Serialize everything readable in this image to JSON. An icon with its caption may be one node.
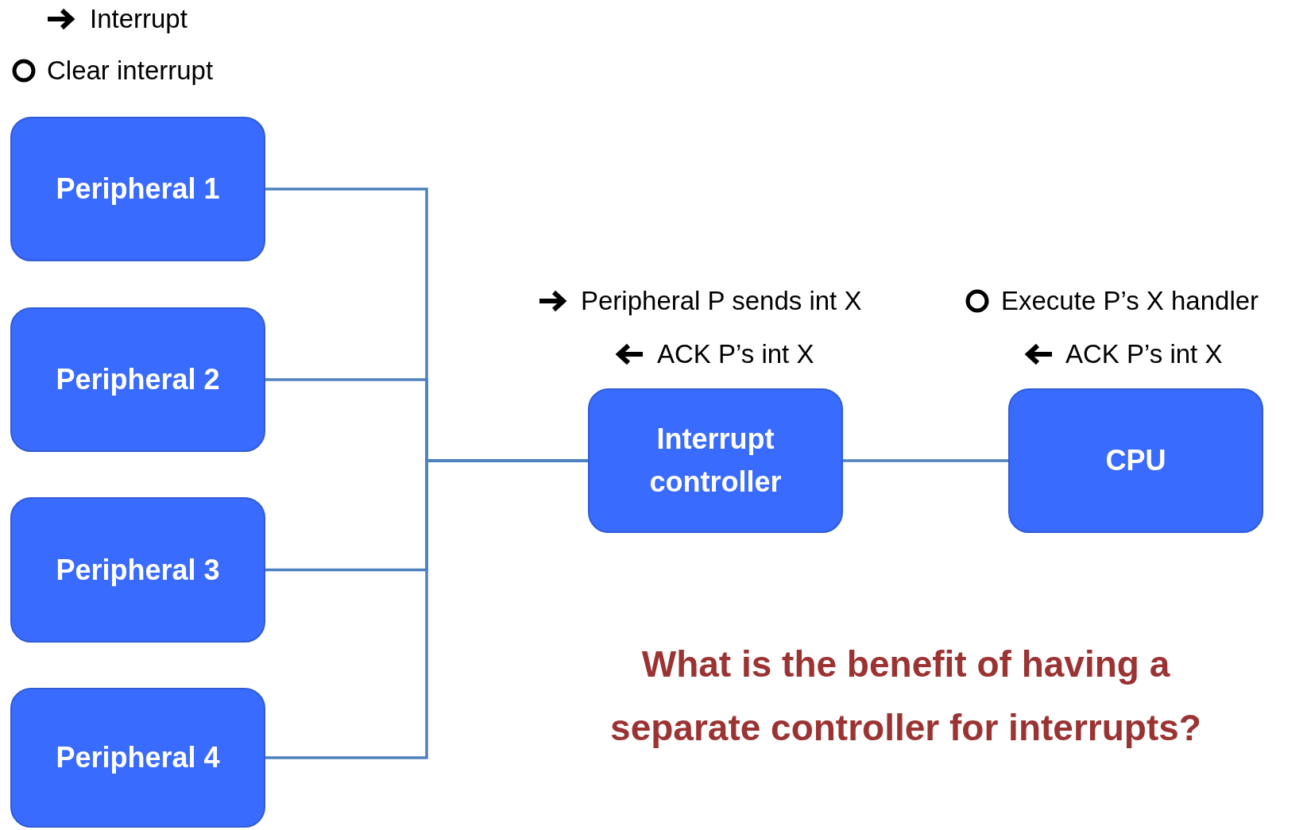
{
  "diagram": {
    "nodes": [
      {
        "text": [
          "Peripheral 1"
        ]
      },
      {
        "text": [
          "Peripheral 2"
        ]
      },
      {
        "text": [
          "Peripheral 3"
        ]
      },
      {
        "text": [
          "Peripheral 4"
        ]
      },
      {
        "text": [
          "Interrupt controller"
        ]
      },
      {
        "text": [
          "CPU"
        ]
      }
    ],
    "edges": [
      {
        "from": 0,
        "to": 4,
        "arrow": "none"
      },
      {
        "from": 1,
        "to": 4,
        "arrow": "none"
      },
      {
        "from": 2,
        "to": 4,
        "arrow": "none"
      },
      {
        "from": 3,
        "to": 4,
        "arrow": "none"
      },
      {
        "from": 4,
        "to": 5,
        "arrow": "none"
      }
    ],
    "labels": [
      "Peripheral P sends int X",
      "Execute P’s X handler",
      "ACK P’s int X",
      "ACK P’s int X",
      "What is the benefit of having a separate controller for interrupts?"
    ],
    "legend": [
      {
        "text": "Interrupt"
      },
      {
        "text": "Clear interrupt"
      }
    ]
  }
}
